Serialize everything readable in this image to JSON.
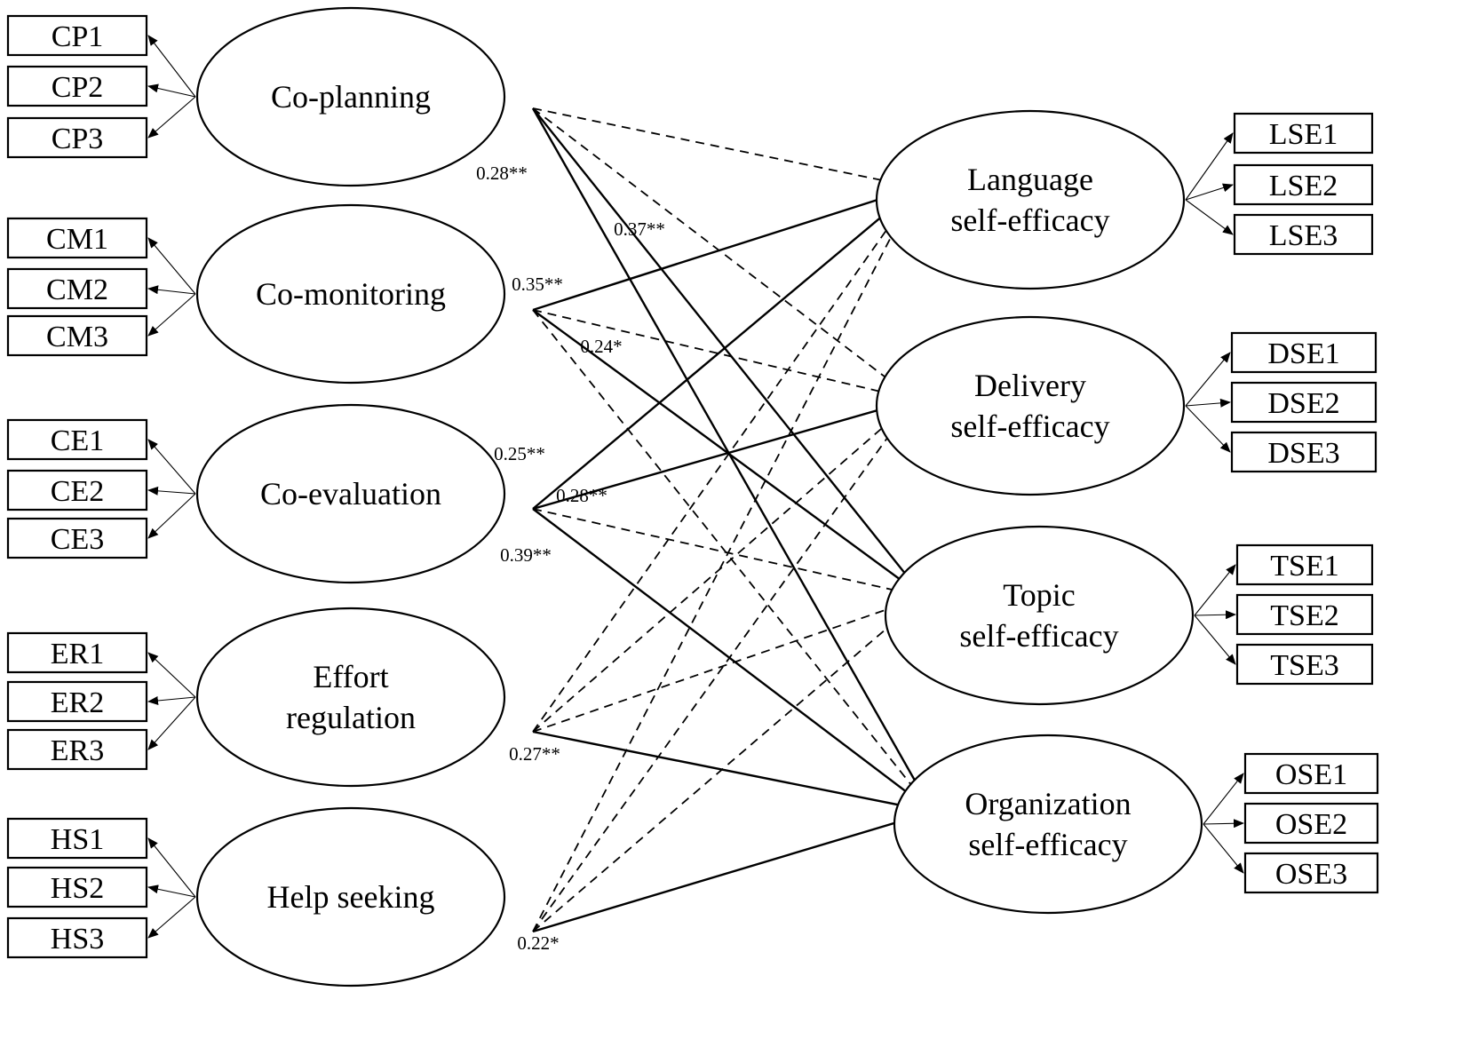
{
  "predictors": [
    {
      "id": "cp",
      "lines": [
        "Co-planning"
      ],
      "indicators": [
        "CP1",
        "CP2",
        "CP3"
      ]
    },
    {
      "id": "cm",
      "lines": [
        "Co-monitoring"
      ],
      "indicators": [
        "CM1",
        "CM2",
        "CM3"
      ]
    },
    {
      "id": "ce",
      "lines": [
        "Co-evaluation"
      ],
      "indicators": [
        "CE1",
        "CE2",
        "CE3"
      ]
    },
    {
      "id": "er",
      "lines": [
        "Effort",
        "regulation"
      ],
      "indicators": [
        "ER1",
        "ER2",
        "ER3"
      ]
    },
    {
      "id": "hs",
      "lines": [
        "Help seeking"
      ],
      "indicators": [
        "HS1",
        "HS2",
        "HS3"
      ]
    }
  ],
  "outcomes": [
    {
      "id": "lse",
      "lines": [
        "Language",
        "self-efficacy"
      ],
      "indicators": [
        "LSE1",
        "LSE2",
        "LSE3"
      ]
    },
    {
      "id": "dse",
      "lines": [
        "Delivery",
        "self-efficacy"
      ],
      "indicators": [
        "DSE1",
        "DSE2",
        "DSE3"
      ]
    },
    {
      "id": "tse",
      "lines": [
        "Topic",
        "self-efficacy"
      ],
      "indicators": [
        "TSE1",
        "TSE2",
        "TSE3"
      ]
    },
    {
      "id": "ose",
      "lines": [
        "Organization",
        "self-efficacy"
      ],
      "indicators": [
        "OSE1",
        "OSE2",
        "OSE3"
      ]
    }
  ],
  "paths": [
    {
      "from": "cp",
      "to": "lse",
      "significant": false
    },
    {
      "from": "cp",
      "to": "dse",
      "significant": false
    },
    {
      "from": "cp",
      "to": "tse",
      "significant": true,
      "coefficient": "0.37**"
    },
    {
      "from": "cp",
      "to": "ose",
      "significant": true,
      "coefficient": "0.28**"
    },
    {
      "from": "cm",
      "to": "lse",
      "significant": true,
      "coefficient": "0.35**"
    },
    {
      "from": "cm",
      "to": "dse",
      "significant": false
    },
    {
      "from": "cm",
      "to": "tse",
      "significant": true,
      "coefficient": "0.24*"
    },
    {
      "from": "cm",
      "to": "ose",
      "significant": false
    },
    {
      "from": "ce",
      "to": "lse",
      "significant": true,
      "coefficient": "0.25**"
    },
    {
      "from": "ce",
      "to": "dse",
      "significant": true,
      "coefficient": "0.28**"
    },
    {
      "from": "ce",
      "to": "tse",
      "significant": false
    },
    {
      "from": "ce",
      "to": "ose",
      "significant": true,
      "coefficient": "0.39**"
    },
    {
      "from": "er",
      "to": "lse",
      "significant": false
    },
    {
      "from": "er",
      "to": "dse",
      "significant": false
    },
    {
      "from": "er",
      "to": "tse",
      "significant": false
    },
    {
      "from": "er",
      "to": "ose",
      "significant": true,
      "coefficient": "0.27**"
    },
    {
      "from": "hs",
      "to": "lse",
      "significant": false
    },
    {
      "from": "hs",
      "to": "dse",
      "significant": false
    },
    {
      "from": "hs",
      "to": "tse",
      "significant": false
    },
    {
      "from": "hs",
      "to": "ose",
      "significant": true,
      "coefficient": "0.22*"
    }
  ]
}
